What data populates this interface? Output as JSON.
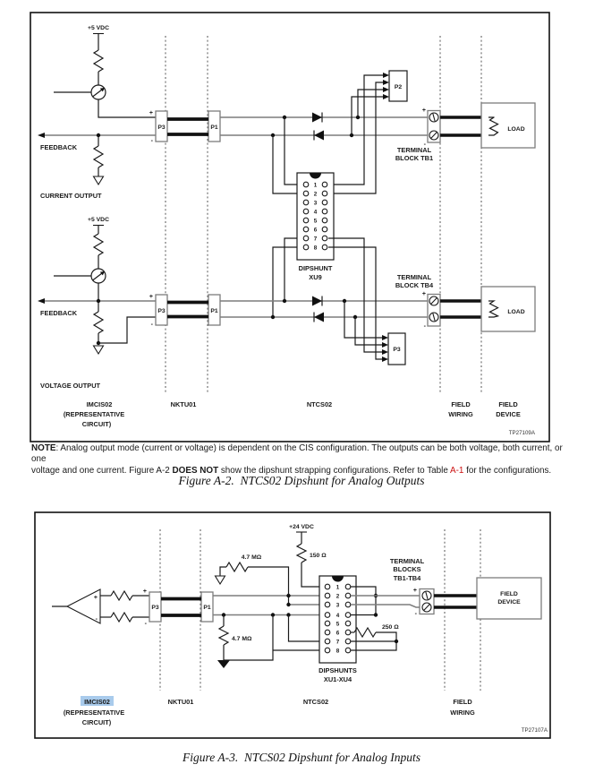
{
  "shared": {
    "vdc5": "+5 VDC",
    "vdc24": "+24 VDC",
    "plus": "+",
    "minus": "-",
    "p1": "P1",
    "p2": "P2",
    "p3": "P3",
    "feedback": "FEEDBACK",
    "terminal": "TERMINAL",
    "load": "LOAD",
    "field": "FIELD",
    "wiring": "WIRING",
    "device": "DEVICE",
    "imcis02": "IMCIS02",
    "representative": "(REPRESENTATIVE",
    "circuit": "CIRCUIT)",
    "nktu01": "NKTU01",
    "ntcs02": "NTCS02",
    "pins": [
      "1",
      "2",
      "3",
      "4",
      "5",
      "6",
      "7",
      "8"
    ],
    "highlight_color": "#a9cbec",
    "link_color": "#cc1111"
  },
  "fig2": {
    "current_output": "CURRENT OUTPUT",
    "voltage_output": "VOLTAGE OUTPUT",
    "block_tb1": "BLOCK TB1",
    "block_tb4": "BLOCK TB4",
    "dipshunt": "DIPSHUNT",
    "xu9": "XU9",
    "tp": "TP27109A",
    "caption": "Figure A-2.  NTCS02 Dipshunt for Analog Outputs"
  },
  "fig3": {
    "r47": "4.7 MΩ",
    "r150": "150 Ω",
    "r250": "250 Ω",
    "blocks": "BLOCKS",
    "tb1tb4": "TB1-TB4",
    "dipshunts": "DIPSHUNTS",
    "xu1xu4": "XU1-XU4",
    "tp": "TP27107A",
    "caption": "Figure A-3.  NTCS02 Dipshunt for Analog Inputs"
  },
  "note": {
    "label": "NOTE",
    "line1": ": Analog output mode (current or voltage) is dependent on the CIS configuration. The outputs can be both voltage, both current, or one",
    "line2_pre": "voltage and one current. Figure A-2 ",
    "bold": "DOES NOT",
    "line2_mid": " show the dipshunt strapping configurations. Refer to Table ",
    "link": "A-1",
    "line2_end": " for the configurations."
  }
}
